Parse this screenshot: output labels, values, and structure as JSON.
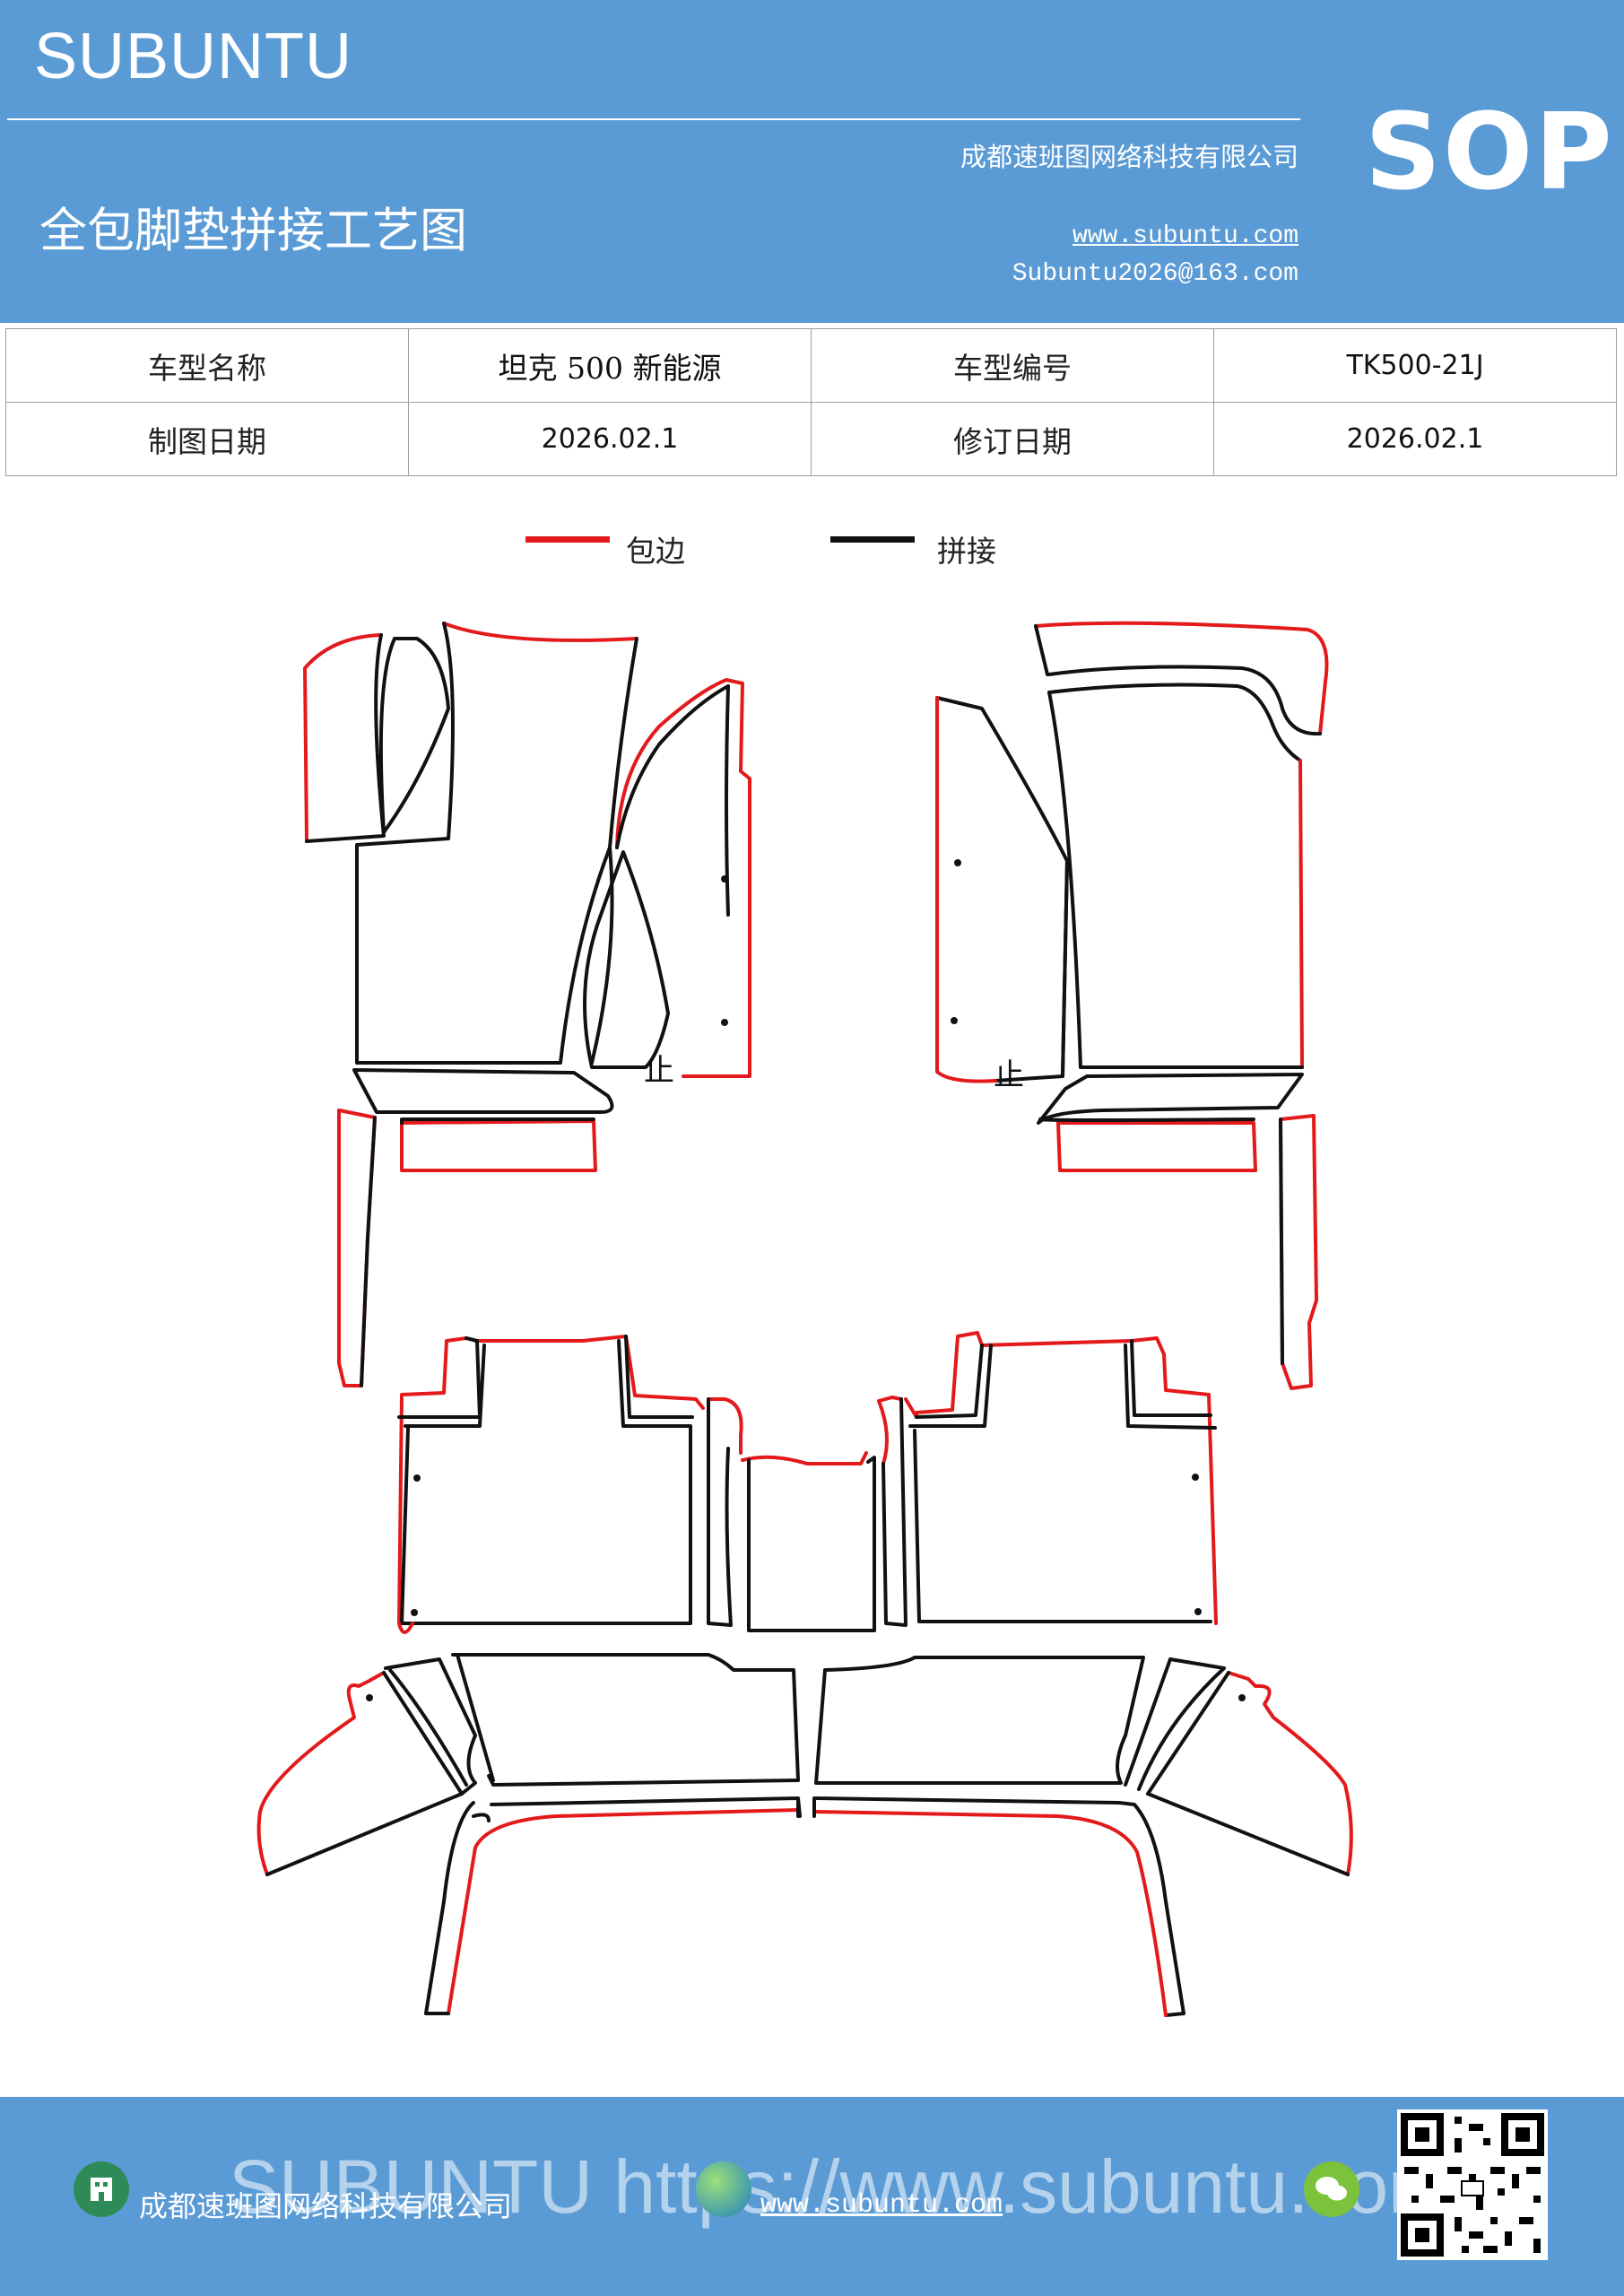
{
  "header": {
    "brand": "SUBUNTU",
    "company": "成都速班图网络科技有限公司",
    "title": "全包脚垫拼接工艺图",
    "website": "www.subuntu.com",
    "email": "Subuntu2026@163.com",
    "badge": "SOP"
  },
  "info_table": {
    "rows": [
      {
        "label1": "车型名称",
        "value1": "坦克 500 新能源",
        "label2": "车型编号",
        "value2": "TK500-21J"
      },
      {
        "label1": "制图日期",
        "value1": "2026.02.1",
        "label2": "修订日期",
        "value2": "2026.02.1"
      }
    ]
  },
  "legend": {
    "items": [
      {
        "label": "包边",
        "color": "#e3191b"
      },
      {
        "label": "拼接",
        "color": "#111111"
      }
    ]
  },
  "diagram": {
    "stop_marks": [
      "止",
      "止"
    ],
    "edge_color": "#e3191b",
    "seam_color": "#111111"
  },
  "footer": {
    "company": "成都速班图网络科技有限公司",
    "website": "www.subuntu.com",
    "watermark": "SUBUNTU https://www.subuntu.com",
    "icons": [
      "building-icon",
      "globe-icon",
      "wechat-icon"
    ]
  }
}
